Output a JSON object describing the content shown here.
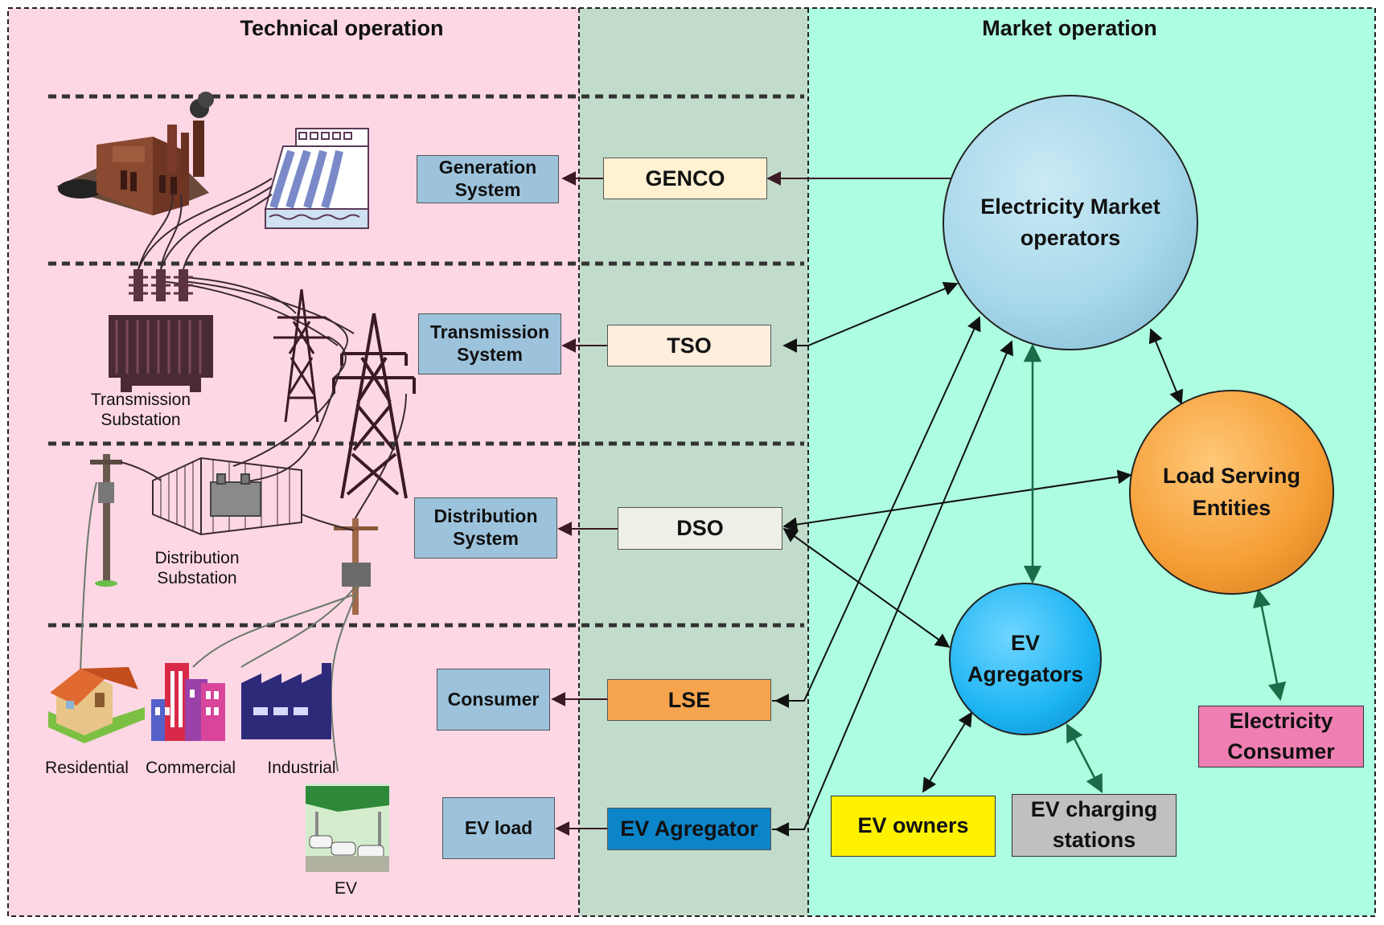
{
  "titles": {
    "technical": "Technical operation",
    "market": "Market operation"
  },
  "system_boxes": {
    "generation": "Generation System",
    "transmission": "Transmission System",
    "distribution": "Distribution System",
    "consumer": "Consumer",
    "ev_load": "EV load"
  },
  "operator_boxes": {
    "genco": "GENCO",
    "tso": "TSO",
    "dso": "DSO",
    "lse": "LSE",
    "ev_agregator": "EV Agregator"
  },
  "market_nodes": {
    "electricity_market_operators": "Electricity Market operators",
    "load_serving_entities": "Load Serving Entities",
    "ev_agregators": "EV Agregators",
    "ev_owners": "EV owners",
    "ev_charging_stations": "EV charging stations",
    "electricity_consumer": "Electricity Consumer"
  },
  "illustration_labels": {
    "transmission_substation": "Transmission Substation",
    "distribution_substation": "Distribution Substation",
    "residential": "Residential",
    "commercial": "Commercial",
    "industrial": "Industrial",
    "ev": "EV"
  },
  "colors": {
    "technical_bg": "#fed7e4",
    "middle_bg": "#c2dccb",
    "market_bg": "#adfde0",
    "system_box": "#9dc3dc",
    "genco": "#fff1d2",
    "tso": "#fdeede",
    "dso": "#eeefe7",
    "lse": "#f6a54e",
    "ev_agregator": "#0c84c8",
    "market_operator_circle": "#a7d8ea",
    "lse_circle": "#f59d34",
    "ev_agregators_circle": "#1db4f3",
    "ev_owners": "#fff200",
    "charging_stations": "#c0c0c0",
    "electricity_consumer": "#ef7fb2",
    "arrow_dark": "#3a1a24",
    "arrow_green": "#1b6b48"
  }
}
